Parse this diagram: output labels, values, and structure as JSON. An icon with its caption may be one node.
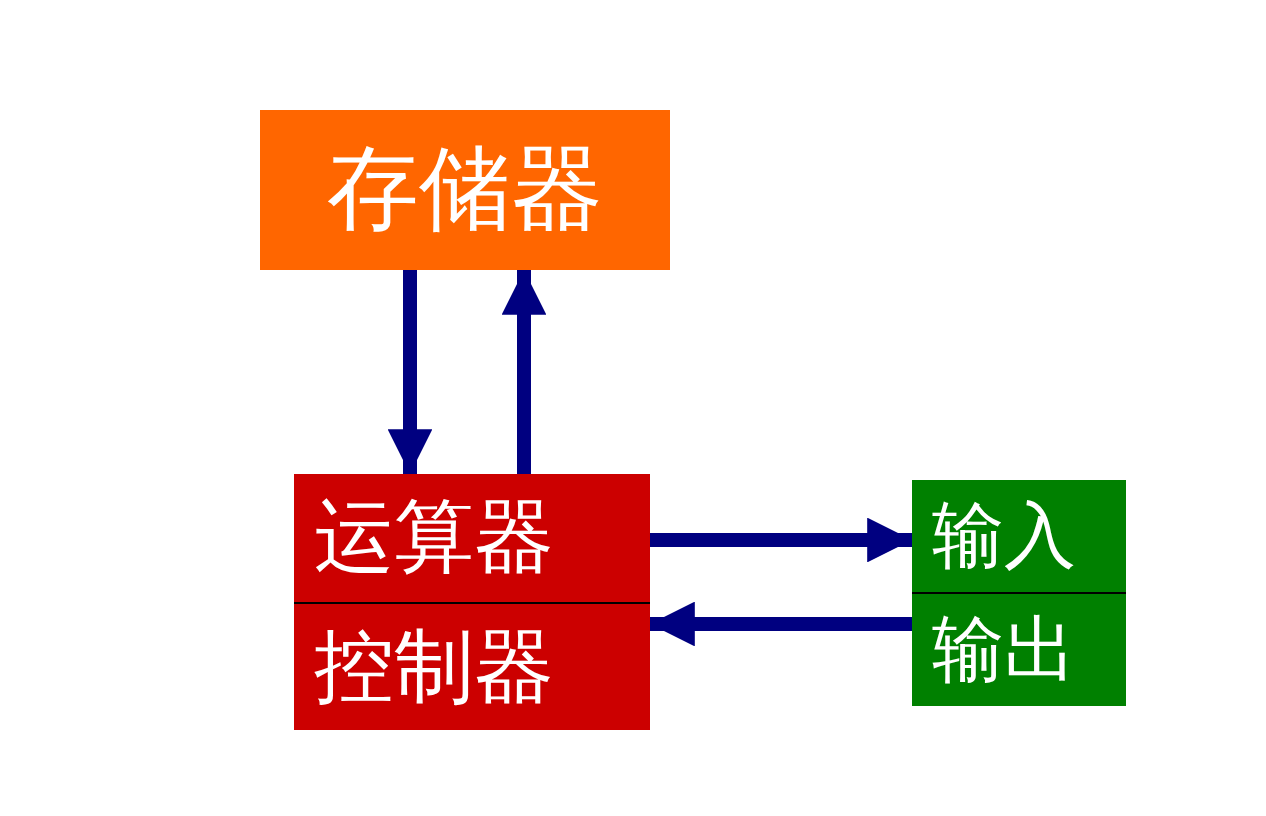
{
  "diagram": {
    "nodes": [
      {
        "text": [
          "存储器"
        ]
      },
      {
        "text": [
          "运算器",
          "控制器"
        ]
      },
      {
        "text": [
          "输入",
          "输出"
        ]
      }
    ],
    "edges": [
      {
        "from": 0,
        "to": 1,
        "arrow": "to"
      },
      {
        "from": 1,
        "to": 0,
        "arrow": "to"
      },
      {
        "from": 1,
        "to": 2,
        "arrow": "to"
      },
      {
        "from": 2,
        "to": 1,
        "arrow": "to"
      }
    ]
  }
}
